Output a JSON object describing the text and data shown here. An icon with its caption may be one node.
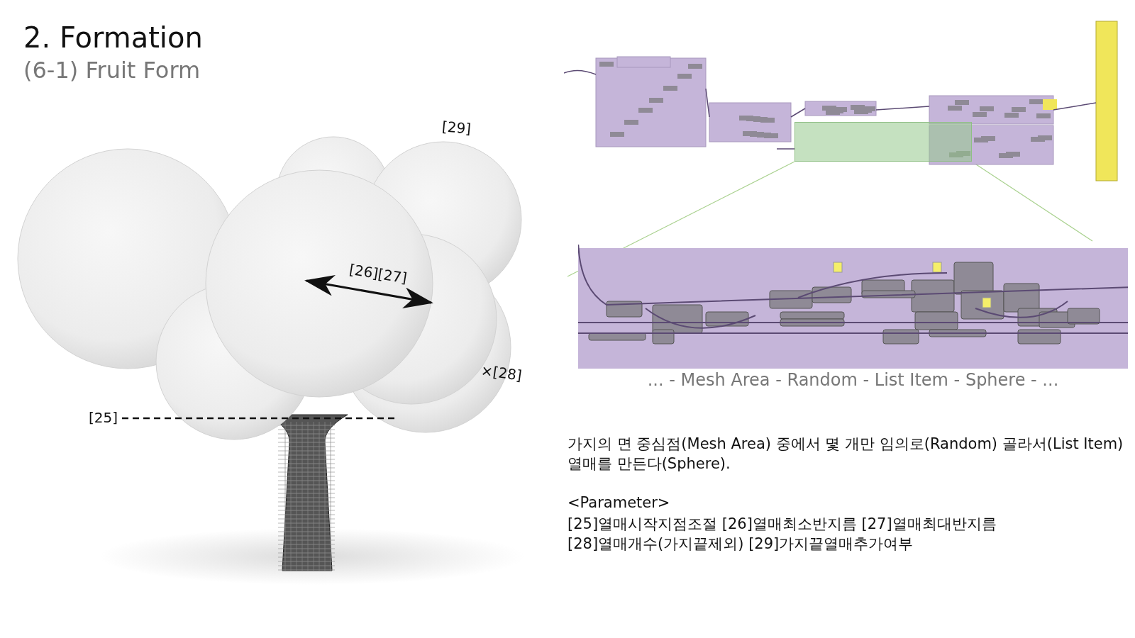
{
  "diagram": {
    "title": "2. Formation",
    "nodes": [
      {
        "text": [],
        "shape": "picture"
      },
      {
        "text": [],
        "shape": "picture"
      },
      {
        "text": [],
        "shape": "box",
        "in": 1
      },
      {
        "text": [],
        "shape": "picture",
        "beside": [
          "... - Mesh Area - Random - List Item - Sphere - ..."
        ]
      }
    ],
    "edges": [
      {
        "from": 2,
        "to": 3,
        "arrow": "none",
        "color": "#a9d18e"
      },
      {
        "from": 2,
        "to": 3,
        "arrow": "none",
        "color": "#a9d18e"
      }
    ],
    "labels": [
      "(6-1) Fruit Form",
      "[29]",
      "[26][27]",
      "×[28]",
      "[25]",
      "가지의 면 중심점(Mesh Area) 중에서 몇 개만 임의로(Random) 골라서(List Item) 열매를 만든다(Sphere).",
      "<Parameter>",
      "[25]열매시작지점조절 [26]열매최소반지름 [27]열매최대반지름",
      "[28]열매개수(가지끝제외) [29]가지끝열매추가여부"
    ]
  }
}
